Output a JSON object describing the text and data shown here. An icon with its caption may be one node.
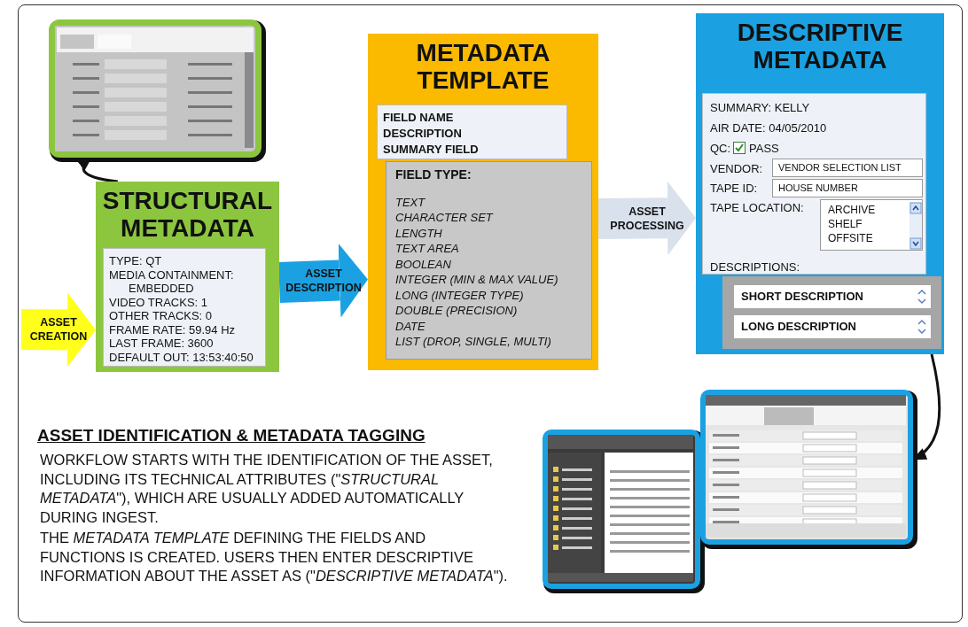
{
  "diagram": {
    "nodes": [
      {
        "text": [],
        "shape": "picture"
      },
      {
        "text": [
          "STRUCTURAL METADATA"
        ]
      },
      {
        "text": [
          "TYPE: QT",
          "MEDIA CONTAINMENT: EMBEDDED",
          "VIDEO TRACKS: 1",
          "OTHER TRACKS: 0",
          "FRAME RATE: 59.94 Hz",
          "LAST FRAME: 3600",
          "DEFAULT OUT: 13:53:40:50"
        ],
        "in": 1
      },
      {
        "text": [
          "METADATA TEMPLATE"
        ]
      },
      {
        "text": [
          "FIELD NAME",
          "DESCRIPTION",
          "SUMMARY FIELD"
        ],
        "in": 3
      },
      {
        "text": [
          "FIELD TYPE:",
          "TEXT",
          "CHARACTER SET",
          "LENGTH",
          "TEXT AREA",
          "BOOLEAN",
          "INTEGER (MIN & MAX VALUE)",
          "LONG (INTEGER TYPE)",
          "DOUBLE (PRECISION)",
          "DATE",
          "LIST (DROP, SINGLE, MULTI)"
        ],
        "in": 3
      },
      {
        "text": [
          "DESCRIPTIVE METADATA"
        ]
      },
      {
        "text": [
          "SUMMARY: KELLY",
          "AIR DATE: 04/05/2010",
          "QC:",
          "PASS",
          "VENDOR:",
          "TAPE ID:",
          "TAPE LOCATION:",
          "DESCRIPTIONS:"
        ],
        "in": 6
      },
      {
        "text": [
          "VENDOR SELECTION LIST"
        ],
        "in": 7
      },
      {
        "text": [
          "HOUSE NUMBER"
        ],
        "in": 7
      },
      {
        "text": [
          "ARCHIVE",
          "SHELF",
          "OFFSITE"
        ],
        "in": 7
      },
      {
        "text": [],
        "shape": "box",
        "in": 6
      },
      {
        "text": [
          "SHORT DESCRIPTION"
        ],
        "in": 11
      },
      {
        "text": [
          "LONG DESCRIPTION"
        ],
        "in": 11
      },
      {
        "text": [],
        "shape": "picture"
      },
      {
        "text": [],
        "shape": "picture"
      }
    ],
    "edges": [
      {
        "from": null,
        "to": 1,
        "arrow": "to",
        "label": "ASSET CREATION",
        "color": "#ffff1a"
      },
      {
        "from": 1,
        "to": 0,
        "arrow": "to"
      },
      {
        "from": 1,
        "to": 3,
        "arrow": "to",
        "label": "ASSET DESCRIPTION",
        "color": "#1ba1e2"
      },
      {
        "from": 3,
        "to": 6,
        "arrow": "to",
        "label": "ASSET PROCESSING",
        "color": "#d9e1ec"
      },
      {
        "from": 6,
        "to": 15,
        "arrow": "to"
      }
    ],
    "labels": [
      "ASSET IDENTIFICATION & METADATA TAGGING",
      "WORKFLOW STARTS WITH THE IDENTIFICATION OF THE ASSET, INCLUDING ITS TECHNICAL ATTRIBUTES (\"*STRUCTURAL METADATA*\"), WHICH ARE USUALLY ADDED AUTOMATICALLY DURING INGEST.",
      "THE *METADATA TEMPLATE* DEFINING THE FIELDS AND FUNCTIONS IS CREATED. USERS THEN ENTER DESCRIPTIVE INFORMATION ABOUT THE ASSET AS (\"*DESCRIPTIVE METADATA*\")."
    ]
  }
}
